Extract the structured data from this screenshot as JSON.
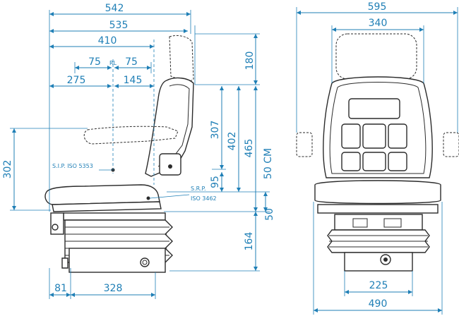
{
  "side_view": {
    "dims": {
      "d542": "542",
      "d535": "535",
      "d410": "410",
      "d75a": "75",
      "rl": "RL",
      "d75b": "75",
      "d275": "275",
      "d145": "145",
      "d180": "180",
      "d307": "307",
      "d402": "402",
      "d465": "465",
      "d50cm": "50 CM",
      "d302": "302",
      "d95": "95",
      "d50": "50",
      "d164": "164",
      "d81": "81",
      "d328": "328"
    },
    "notes": {
      "sip": "S.I.P. ISO 5353",
      "srp": "S.R.P.",
      "iso3462": "ISO 3462"
    }
  },
  "front_view": {
    "dims": {
      "d595": "595",
      "d340": "340",
      "d225": "225",
      "d490": "490"
    }
  }
}
